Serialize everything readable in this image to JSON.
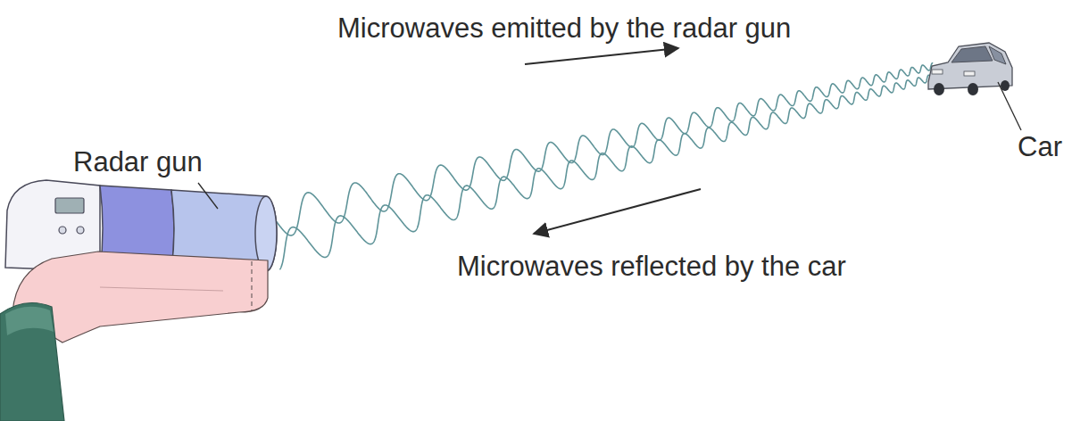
{
  "diagram": {
    "labels": [
      "Microwaves emitted by the radar gun",
      "Radar gun",
      "Car",
      "Microwaves reflected by the car"
    ]
  }
}
